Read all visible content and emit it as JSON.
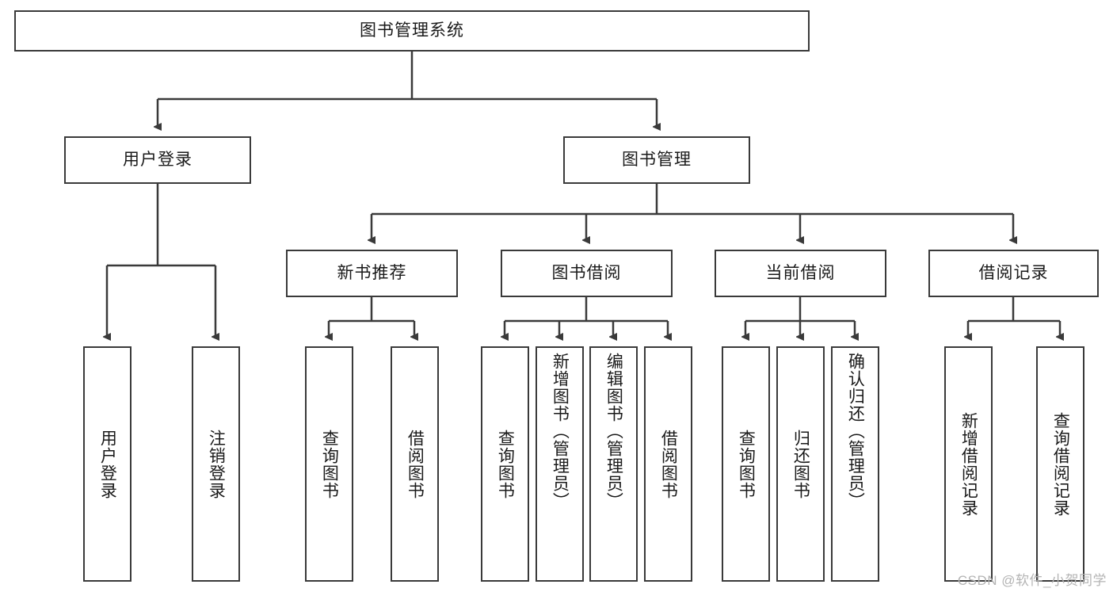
{
  "diagram": {
    "type": "tree-hierarchy",
    "title": "图书管理系统",
    "watermark": "CSDN @软件_小贺同学",
    "colors": {
      "node_border": "#3a3a3a",
      "node_fill": "#ffffff",
      "edge": "#3a3a3a",
      "text": "#1a1a1a",
      "watermark": "#b4b4b4",
      "background": "#ffffff"
    },
    "root": {
      "label": "图书管理系统"
    },
    "level2": [
      {
        "label": "用户登录"
      },
      {
        "label": "图书管理"
      }
    ],
    "level3": [
      {
        "label": "新书推荐"
      },
      {
        "label": "图书借阅"
      },
      {
        "label": "当前借阅"
      },
      {
        "label": "借阅记录"
      }
    ],
    "leaves": {
      "user_login": [
        {
          "label": "用户登录"
        },
        {
          "label": "注销登录"
        }
      ],
      "new_book": [
        {
          "label": "查询图书"
        },
        {
          "label": "借阅图书"
        }
      ],
      "book_borrow": [
        {
          "label": "查询图书"
        },
        {
          "label": "新增图书（管理员）"
        },
        {
          "label": "编辑图书（管理员）"
        },
        {
          "label": "借阅图书"
        }
      ],
      "current_borrow": [
        {
          "label": "查询图书"
        },
        {
          "label": "归还图书"
        },
        {
          "label": "确认归还（管理员）"
        }
      ],
      "borrow_record": [
        {
          "label": "新增借阅记录"
        },
        {
          "label": "查询借阅记录"
        }
      ]
    }
  }
}
